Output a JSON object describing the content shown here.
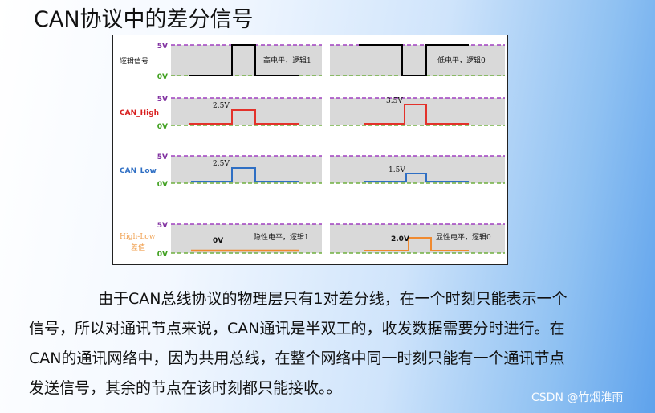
{
  "title": "CAN协议中的差分信号",
  "figure": {
    "rows": [
      {
        "label": "逻辑信号",
        "label_color": "#111111",
        "trace_color": "#000000",
        "v5": "5V",
        "v0": "0V",
        "left_text": "高电平，逻辑1",
        "right_text": "低电平，逻辑0",
        "left_level": "",
        "right_level": ""
      },
      {
        "label": "CAN_High",
        "label_color": "#d81e1e",
        "trace_color": "#e3322b",
        "v5": "5V",
        "v0": "0V",
        "left_text": "",
        "right_text": "",
        "left_level": "2.5V",
        "right_level": "3.5V"
      },
      {
        "label": "CAN_Low",
        "label_color": "#2f6fc4",
        "trace_color": "#2f6fc4",
        "v5": "5V",
        "v0": "0V",
        "left_text": "",
        "right_text": "",
        "left_level": "2.5V",
        "right_level": "1.5V"
      },
      {
        "label": "High-Low",
        "label2": "差值",
        "label_color": "#f0a050",
        "trace_color": "#f08a30",
        "v5": "5V",
        "v0": "0V",
        "left_text": "隐性电平，逻辑1",
        "right_text": "显性电平，逻辑0",
        "left_level": "0V",
        "right_level": "2.0V"
      }
    ]
  },
  "paragraph": [
    "由于CAN总线协议的物理层只有1对差分线，在一个时刻只能表示一个",
    "信号，所以对通讯节点来说，CAN通讯是半双工的，收发数据需要分时进行。在",
    "CAN的通讯网络中，因为共用总线，在整个网络中同一时刻只能有一个通讯节点",
    "发送信号，其余的节点在该时刻都只能接收。。"
  ],
  "watermark": "CSDN @竹烟淮雨"
}
